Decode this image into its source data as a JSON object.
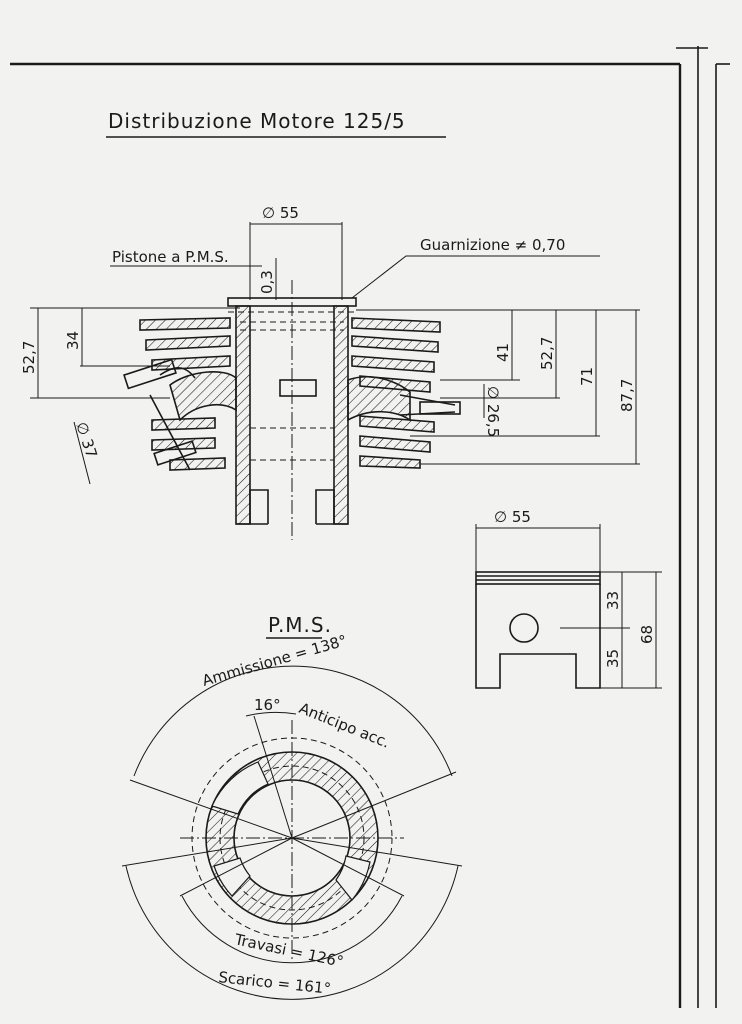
{
  "title": "Distribuzione Motore 125/5",
  "cylinder": {
    "bore": "∅ 55",
    "piston_label": "Pistone a P.M.S.",
    "gasket_label": "Guarnizione ≠ 0,70",
    "dim_03": "0,3",
    "dim_34": "34",
    "dim_527_left": "52,7",
    "dim_41": "41",
    "dim_527_right": "52,7",
    "dim_71": "71",
    "dim_877": "87,7",
    "dim_265": "∅ 26,5",
    "dim_37": "∅ 37"
  },
  "piston": {
    "diameter": "∅ 55",
    "dim_33": "33",
    "dim_35": "35",
    "dim_68": "68"
  },
  "timing": {
    "title": "P.M.S.",
    "intake": "Ammissione = 138°",
    "advance_deg": "16°",
    "advance_label": "Anticipo acc.",
    "transfer": "Travasi = 126°",
    "exhaust": "Scarico = 161°"
  }
}
